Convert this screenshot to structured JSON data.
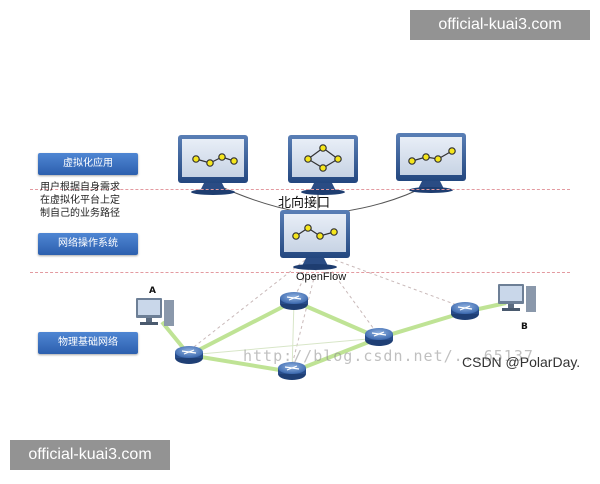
{
  "watermarks": {
    "top_right": "official-kuai3.com",
    "bottom_left": "official-kuai3.com",
    "blog": "http://blog.csdn.net/...65137",
    "csdn": "CSDN @PolarDay."
  },
  "layers": {
    "application": "虚拟化应用",
    "network_os": "网络操作系统",
    "physical": "物理基础网络"
  },
  "description": [
    "用户根据自身需求",
    "在虚拟化平台上定",
    "制自己的业务路径"
  ],
  "northbound_label": "北向接口",
  "openflow_label": "OpenFlow",
  "hosts": {
    "a": "A",
    "b": "B"
  },
  "colors": {
    "label_blue": "#3a6fc0",
    "node_yellow": "#f5e61c",
    "link_green": "#b9e08a",
    "dashed_separator": "#e39aa0",
    "router_blue": "#2d5aa0"
  },
  "icons": [
    "monitor-icon",
    "router-icon",
    "pc-icon"
  ]
}
